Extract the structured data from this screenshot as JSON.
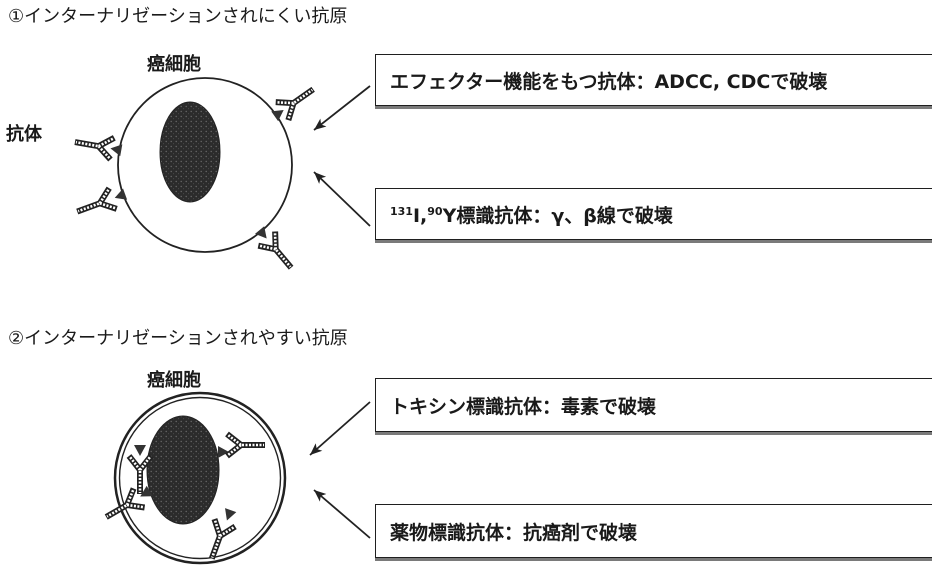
{
  "section1": {
    "header": "①インターナリゼーションされにくい抗原",
    "cell_label": "癌細胞",
    "antibody_label": "抗体",
    "box1": "エフェクター機能をもつ抗体：ADCC, CDCで破壊",
    "box2": {
      "sup1": "131",
      "part1": "I,",
      "sup2": "90",
      "part2": "Y標識抗体：γ、β線で破壊"
    }
  },
  "section2": {
    "header": "②インターナリゼーションされやすい抗原",
    "cell_label": "癌細胞",
    "box1": "トキシン標識抗体：毒素で破壊",
    "box2": "薬物標識抗体：抗癌剤で破壊"
  },
  "icons": {
    "antibody": "antibody-icon",
    "antigen": "antigen-icon",
    "arrow": "arrow-icon",
    "nucleus": "nucleus-icon",
    "cell": "cancer-cell-icon"
  },
  "colors": {
    "line": "#222222",
    "nucleus": "#2b2b2b",
    "shadow": "#7a7a7a"
  }
}
